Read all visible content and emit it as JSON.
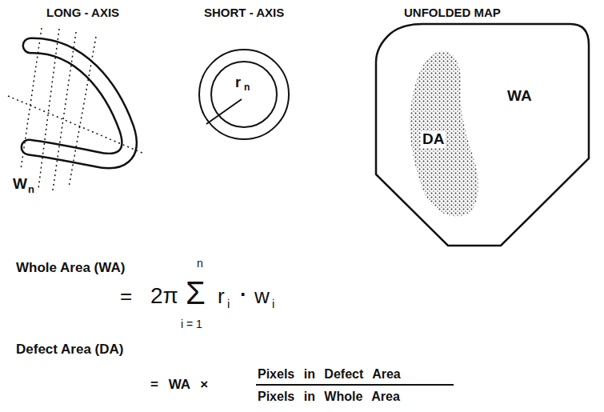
{
  "diagram": {
    "nodes": [
      {
        "text": [
          "WA"
        ]
      },
      {
        "text": [
          "DA"
        ],
        "in": 0
      }
    ],
    "labels": [
      "LONG - AXIS",
      "SHORT - AXIS",
      "UNFOLDED MAP",
      "W",
      "n",
      "r",
      "n",
      "Whole Area (WA)",
      "=",
      "2π",
      "Σ",
      "n",
      "i = 1",
      "r",
      "i",
      "·",
      "w",
      "i",
      "Defect Area (DA)",
      "= WA ×",
      "Pixels in Defect Area",
      "Pixels in Whole Area"
    ]
  }
}
